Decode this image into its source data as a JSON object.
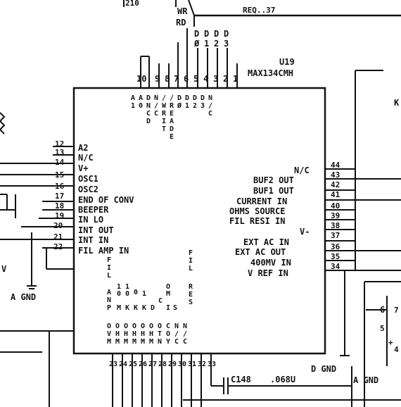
{
  "chip": {
    "ref": "U19",
    "part": "MAX134CMH"
  },
  "top_bus": {
    "wr": "WR",
    "rd": "RD",
    "req": "REQ..37",
    "d_labels": [
      "D",
      "D",
      "D",
      "D"
    ],
    "d_nums": [
      "Ø",
      "1",
      "2",
      "3"
    ],
    "pin_numbers": [
      "10",
      "9",
      "8",
      "7",
      "6",
      "5",
      "4",
      "3",
      "2",
      "1"
    ]
  },
  "top_inside": [
    "A",
    "A",
    "D",
    "N",
    "/",
    "/",
    "D",
    "D",
    "D",
    "D",
    "N"
  ],
  "top_inside2": [
    "1",
    "0",
    "N",
    "/",
    "W",
    "R",
    "Ø",
    "1",
    "2",
    "3",
    "/"
  ],
  "top_inside3": [
    "",
    "",
    "C",
    "C",
    "R",
    "E",
    "",
    "",
    "",
    "",
    "C"
  ],
  "top_inside4": [
    "",
    "",
    "D",
    "",
    "I",
    "A",
    "",
    "",
    "",
    "",
    ""
  ],
  "top_inside5": [
    "",
    "",
    "",
    "",
    "T",
    "D",
    "",
    "",
    "",
    "",
    ""
  ],
  "top_inside6": [
    "",
    "",
    "",
    "",
    "E",
    "",
    "",
    "",
    "",
    "",
    ""
  ],
  "left_pins": [
    {
      "num": "12",
      "label": "A2"
    },
    {
      "num": "13",
      "label": "N/C"
    },
    {
      "num": "14",
      "label": "V+"
    },
    {
      "num": "15",
      "label": "OSC1"
    },
    {
      "num": "16",
      "label": "OSC2"
    },
    {
      "num": "17",
      "label": "END OF CONV"
    },
    {
      "num": "18",
      "label": "BEEPER"
    },
    {
      "num": "19",
      "label": "IN LO"
    },
    {
      "num": "20",
      "label": "INT OUT"
    },
    {
      "num": "21",
      "label": "INT IN"
    },
    {
      "num": "22",
      "label": "FIL AMP IN"
    }
  ],
  "right_pins": [
    {
      "num": "44",
      "label": "N/C"
    },
    {
      "num": "43",
      "label": "BUF2 OUT"
    },
    {
      "num": "42",
      "label": "BUF1 OUT"
    },
    {
      "num": "41",
      "label": "CURRENT IN"
    },
    {
      "num": "40",
      "label": "OHMS SOURCE"
    },
    {
      "num": "39",
      "label": "FIL RESI IN"
    },
    {
      "num": "38",
      "label": "V-"
    },
    {
      "num": "37",
      "label": "EXT AC IN"
    },
    {
      "num": "36",
      "label": "EXT AC OUT"
    },
    {
      "num": "35",
      "label": "400MV IN"
    },
    {
      "num": "34",
      "label": "V REF IN"
    }
  ],
  "bottom_inside_a": [
    "A",
    "1",
    "1",
    "0",
    "",
    "",
    "",
    "",
    "O"
  ],
  "bottom_inside_b": [
    "N",
    "0",
    "0",
    "",
    "1",
    "",
    "",
    "",
    "M"
  ],
  "bottom_inside_c": [
    "P",
    "M",
    "K",
    "K",
    "K",
    "D",
    "C",
    "I",
    "S"
  ],
  "bottom_inside_d": [
    "O",
    "O",
    "O",
    "O",
    "O",
    "O",
    "O",
    "C",
    "N",
    "N"
  ],
  "bottom_inside_e": [
    "V",
    "H",
    "H",
    "H",
    "H",
    "H",
    "T",
    "O",
    "/",
    "/"
  ],
  "bottom_inside_f": [
    "M",
    "M",
    "M",
    "M",
    "M",
    "M",
    "N",
    "Y",
    "C",
    "C"
  ],
  "fil_left": [
    "F",
    "I",
    "L"
  ],
  "fil_right": [
    "F",
    "I",
    "L"
  ],
  "res": [
    "R",
    "E",
    "S"
  ],
  "bottom_pin_numbers": [
    "23",
    "24",
    "25",
    "26",
    "27",
    "28",
    "29",
    "30",
    "31",
    "32",
    "33"
  ],
  "grounds": {
    "left": "A GND",
    "right_d": "D GND",
    "right_a": "A GND"
  },
  "cap": {
    "ref": "C148",
    "value": ".068U"
  },
  "misc": {
    "k": "K",
    "v": "V",
    "six": "6",
    "seven": "7",
    "five": "5",
    "four": "4",
    "plus": "+",
    "top_left": "210"
  }
}
